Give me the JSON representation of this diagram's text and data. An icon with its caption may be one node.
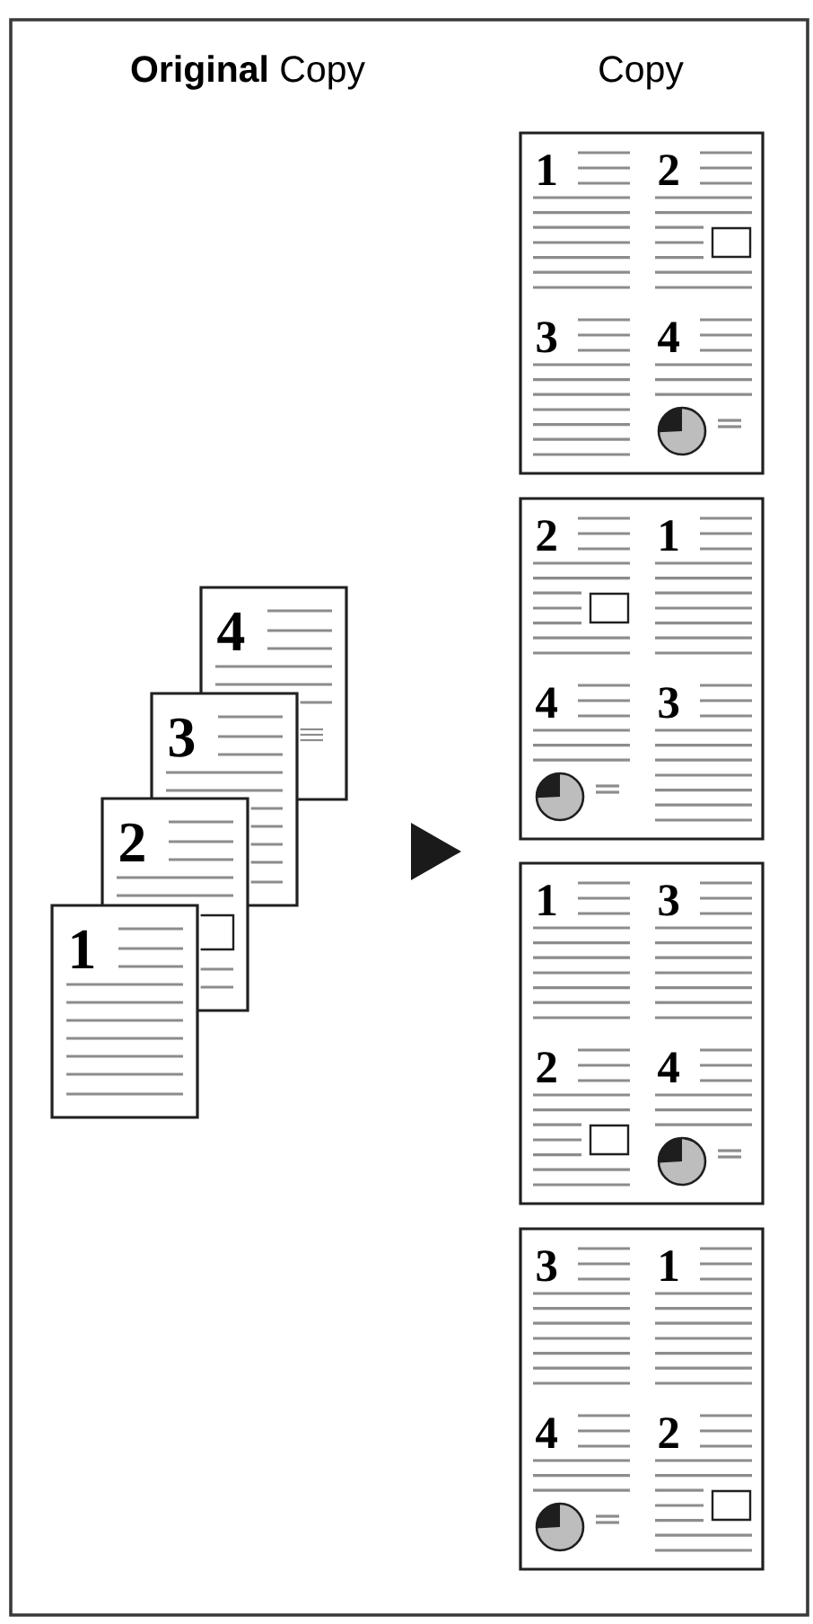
{
  "diagram": {
    "nodes": [
      {
        "text": [
          "4"
        ]
      },
      {
        "text": [
          "3"
        ]
      },
      {
        "text": [
          "2"
        ]
      },
      {
        "text": [
          "1"
        ]
      },
      {
        "text": [
          "1",
          "2",
          "3",
          "4"
        ]
      },
      {
        "text": [
          "2",
          "1",
          "4",
          "3"
        ]
      },
      {
        "text": [
          "1",
          "3",
          "2",
          "4"
        ]
      },
      {
        "text": [
          "3",
          "1",
          "4",
          "2"
        ]
      }
    ],
    "labels": [
      "**Original** Copy",
      "Copy"
    ]
  }
}
